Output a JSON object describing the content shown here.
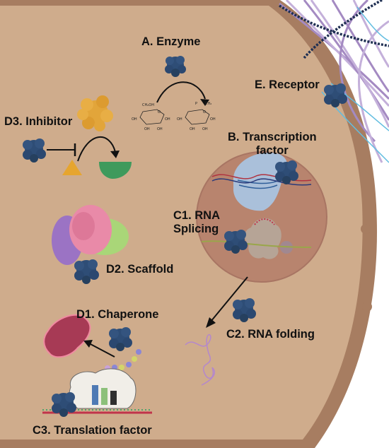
{
  "labels": {
    "enzyme": "A. Enzyme",
    "receptor": "E. Receptor",
    "inhibitor": "D3. Inhibitor",
    "transcription_factor": "B. Transcription\nfactor",
    "rna_splicing": "C1. RNA\nSplicing",
    "scaffold": "D2. Scaffold",
    "chaperone": "D1. Chaperone",
    "rna_folding": "C2. RNA folding",
    "translation_factor": "C3. Translation factor"
  },
  "chem_labels": {
    "ch2oh": "CH₂OH",
    "o": "O",
    "oh": "OH",
    "p": "P",
    "ch2": "CH₂"
  },
  "colors": {
    "cytoplasm": "#cfac8c",
    "membrane": "#a77d61",
    "nucleus": "#b8846e",
    "nucleus_edge": "#a87563",
    "protein": "#2e4d76",
    "protein_dark": "#1f3657",
    "cytoskeleton_purple": "#a48ac2",
    "cytoskeleton_dark": "#1f2f52",
    "cytoskeleton_cyan": "#62bde0",
    "inhibitor_orange": "#e2a53a",
    "triangle": "#e6a52f",
    "halfcircle": "#3f9a5c",
    "chaperone_client": "#a73a55",
    "rna": "#b487cc"
  }
}
